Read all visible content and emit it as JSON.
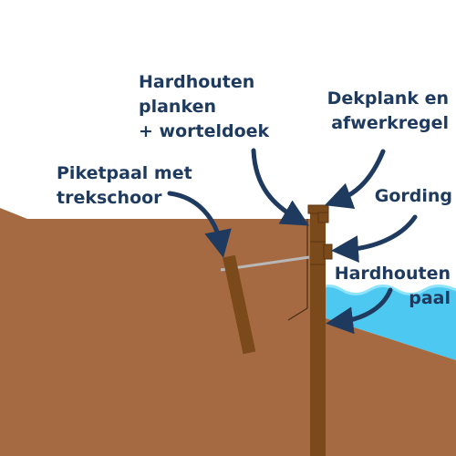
{
  "labels": {
    "planken": [
      "Hardhouten",
      "planken",
      "+ worteldoek"
    ],
    "dekplank": [
      "Dekplank en",
      "afwerkregel"
    ],
    "gording": [
      "Gording"
    ],
    "piketpaal": [
      "Piketpaal met",
      "trekschoor"
    ],
    "paal": [
      "Hardhouten",
      "paal"
    ]
  },
  "colors": {
    "soil": "#a66a42",
    "wood": "#7a4a1b",
    "wood_dark": "#5e3510",
    "water": "#4dc8f0",
    "water_light": "#8ee3ff",
    "text": "#1e3a5f",
    "arrow": "#1e3a5f",
    "guy_wire": "#b8b8b8",
    "background": "#ffffff"
  }
}
